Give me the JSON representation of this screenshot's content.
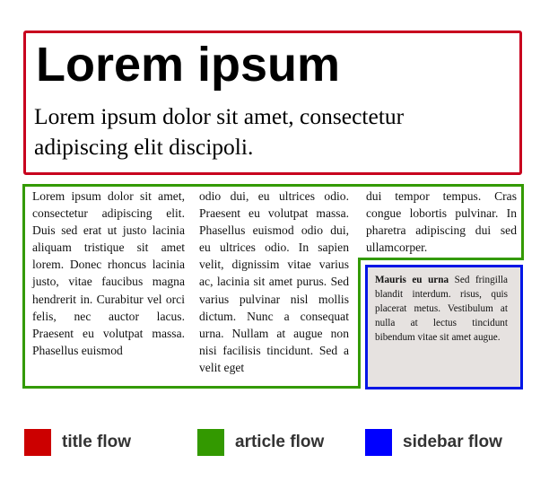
{
  "title_flow": {
    "heading": "Lorem ipsum",
    "deck": "Lorem ipsum dolor sit amet, consectetur adipiscing elit discipoli."
  },
  "article_flow": {
    "column1": "Lorem ipsum dolor sit amet, consectetur adipiscing elit. Duis sed erat ut justo lacinia aliquam tristique sit amet lorem. Donec rhoncus lacinia justo, vitae faucibus magna hendrerit in. Curabitur vel orci felis, nec auctor lacus. Praesent eu volutpat massa. Phasellus euismod",
    "column2": "odio dui, eu ultrices odio. Praesent eu volutpat massa. Phasellus euismod odio dui, eu ultrices odio. In sapien velit, dignissim vitae varius ac, lacinia sit amet purus. Sed varius pulvinar nisl mollis dictum. Nunc a consequat urna. Nullam at augue non nisi facilisis tincidunt. Sed a velit eget",
    "column3": "dui tempor tempus. Cras congue lobortis pulvinar. In pharetra adipiscing dui sed ullamcorper."
  },
  "sidebar_flow": {
    "lead": "Mauris eu urna",
    "body": " Sed fringilla blandit interdum. risus, quis placerat metus. Vestibulum at nulla at lectus tincidunt bibendum vitae sit amet augue."
  },
  "legend": [
    {
      "label": "title flow",
      "color": "#cc0000"
    },
    {
      "label": "article flow",
      "color": "#339900"
    },
    {
      "label": "sidebar flow",
      "color": "#0000ff"
    }
  ],
  "colors": {
    "title_border": "#c8001e",
    "article_border": "#339a00",
    "sidebar_border": "#0016e6",
    "sidebar_fill": "#e6e2e0"
  }
}
